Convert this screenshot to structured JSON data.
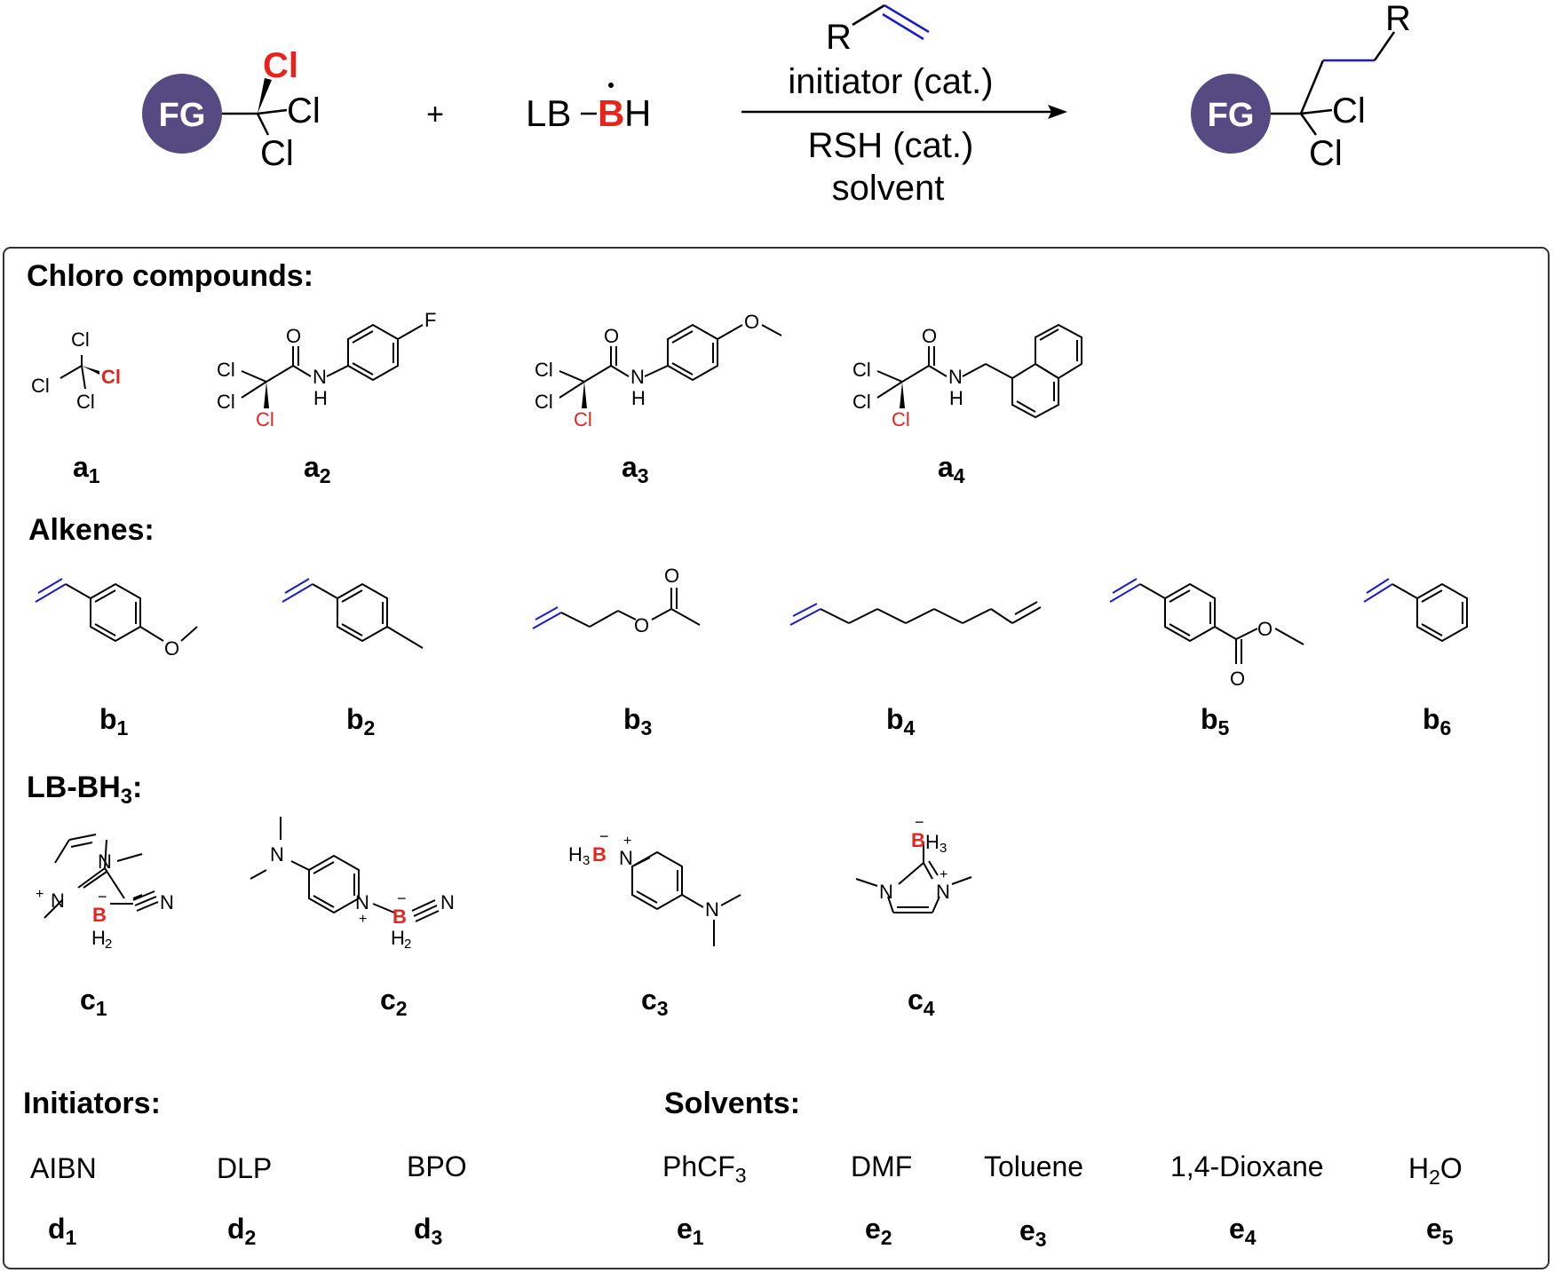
{
  "colors": {
    "fg_circle": "#564a82",
    "red": "#e8231e",
    "blue": "#1a1acc",
    "frame": "#333333"
  },
  "scheme": {
    "fg_label": "FG",
    "reactant_cl": "Cl",
    "plus": "+",
    "boryl_lb": "LB",
    "boryl_b": "B",
    "boryl_h": "H",
    "alkene_r": "R",
    "above_arrow": "initiator (cat.)",
    "below_arrow_1": "RSH (cat.)",
    "below_arrow_2": "solvent",
    "product_r": "R",
    "product_cl": "Cl"
  },
  "sections": {
    "chloro": "Chloro compounds:",
    "alkenes": "Alkenes:",
    "lb_prefix": "LB-BH",
    "lb_sub": "3",
    "lb_suffix": ":",
    "initiators": "Initiators:",
    "solvents": "Solvents:"
  },
  "chloro_compounds": [
    {
      "letter": "a",
      "num": "1"
    },
    {
      "letter": "a",
      "num": "2"
    },
    {
      "letter": "a",
      "num": "3"
    },
    {
      "letter": "a",
      "num": "4"
    }
  ],
  "alkenes": [
    {
      "letter": "b",
      "num": "1"
    },
    {
      "letter": "b",
      "num": "2"
    },
    {
      "letter": "b",
      "num": "3"
    },
    {
      "letter": "b",
      "num": "4"
    },
    {
      "letter": "b",
      "num": "5"
    },
    {
      "letter": "b",
      "num": "6"
    }
  ],
  "lb_bh3": [
    {
      "letter": "c",
      "num": "1"
    },
    {
      "letter": "c",
      "num": "2"
    },
    {
      "letter": "c",
      "num": "3"
    },
    {
      "letter": "c",
      "num": "4"
    }
  ],
  "initiators": [
    {
      "name": "AIBN",
      "letter": "d",
      "num": "1"
    },
    {
      "name": "DLP",
      "letter": "d",
      "num": "2"
    },
    {
      "name": "BPO",
      "letter": "d",
      "num": "3"
    }
  ],
  "solvents": [
    {
      "name": "PhCF",
      "name_sub": "3",
      "letter": "e",
      "num": "1"
    },
    {
      "name": "DMF",
      "name_sub": "",
      "letter": "e",
      "num": "2"
    },
    {
      "name": "Toluene",
      "name_sub": "",
      "letter": "e",
      "num": "3"
    },
    {
      "name": "1,4-Dioxane",
      "name_sub": "",
      "letter": "e",
      "num": "4"
    },
    {
      "name": "H",
      "name_sub": "2",
      "name_tail": "O",
      "letter": "e",
      "num": "5"
    }
  ],
  "atoms": {
    "cl": "Cl",
    "o": "O",
    "f": "F",
    "n": "N",
    "h": "H",
    "b": "B",
    "h2": "H2",
    "h3": "H3"
  }
}
